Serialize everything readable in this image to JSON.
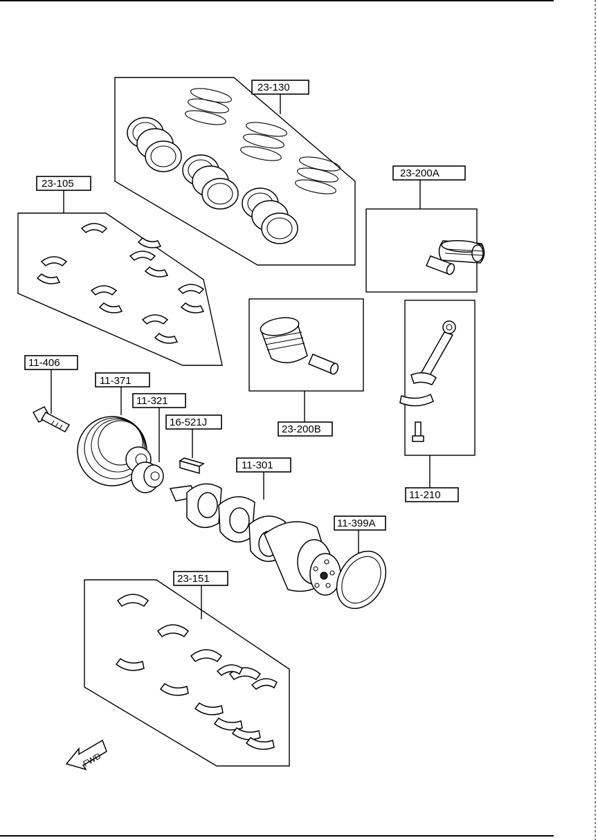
{
  "labels": {
    "rings": "23-130",
    "conrod_bearings": "23-105",
    "piston_a": "23-200A",
    "piston_b": "23-200B",
    "crank_bolt": "11-406",
    "pulley": "11-371",
    "sprocket": "11-321",
    "key": "16-521J",
    "crankshaft": "11-301",
    "oil_seal": "11-399A",
    "conrod": "11-210",
    "main_bearings": "23-151"
  },
  "fwd_arrow_text": "FWD"
}
